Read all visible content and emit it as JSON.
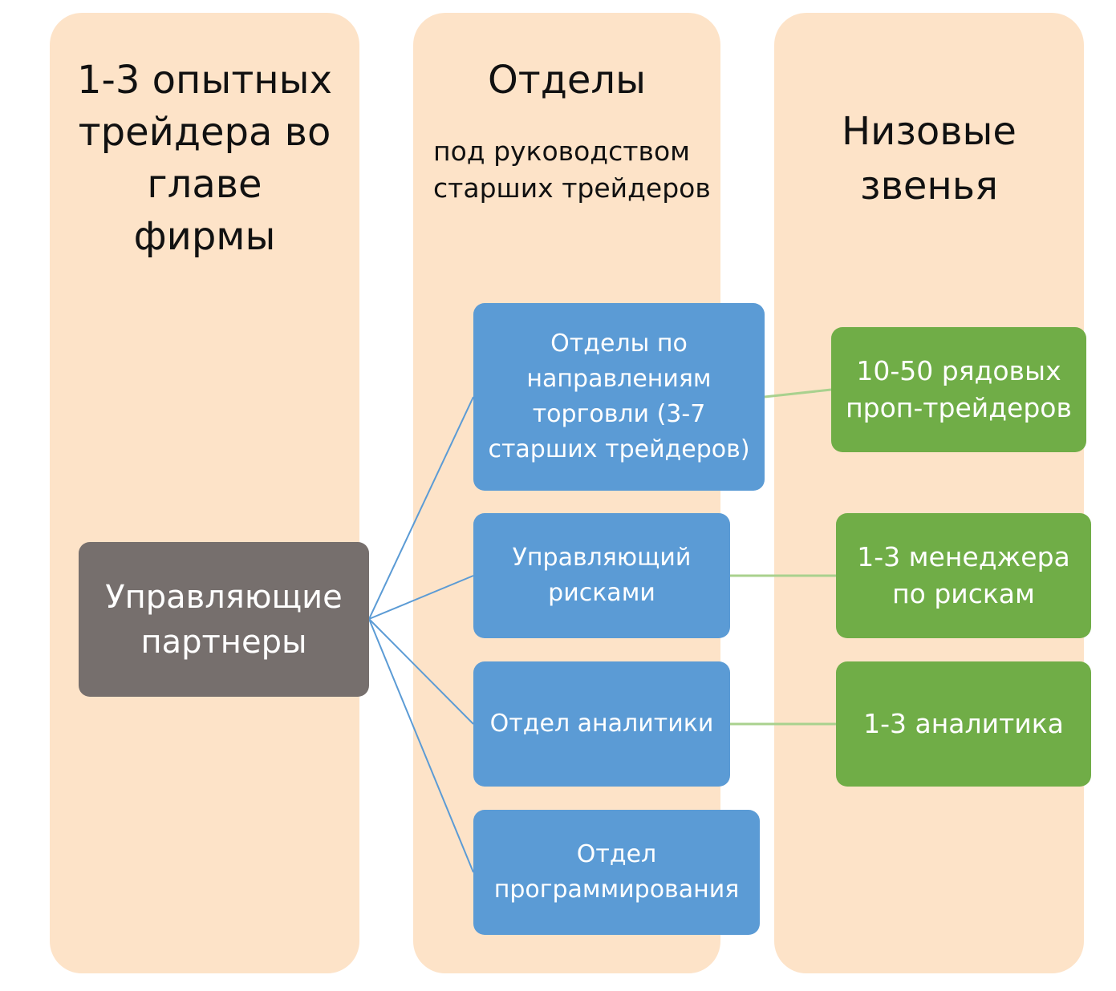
{
  "columns": {
    "leadership": {
      "title": "1-3 опытных\nтрейдера во\nглаве\nфирмы"
    },
    "departments": {
      "title": "Отделы",
      "subtitle": "под руководством\nстарших трейдеров"
    },
    "base": {
      "title": "Низовые\nзвенья"
    }
  },
  "nodes": {
    "partners": "Управляющие\nпартнеры",
    "trading_departments": "Отделы по\nнаправлениям\nторговли (3-7\nстарших трейдеров)",
    "risk_manager": "Управляющий\nрисками",
    "analytics_department": "Отдел аналитики",
    "programming_department": "Отдел\nпрограммирования",
    "prop_traders": "10-50 рядовых\nпроп-трейдеров",
    "risk_managers": "1-3 менеджера\nпо рискам",
    "analysts": "1-3 аналитика"
  },
  "colors": {
    "column_background": "#fde3c8",
    "partner_box": "#766f6d",
    "department_box": "#5b9bd5",
    "base_box": "#70ad47",
    "blue_connector": "#5b9bd5",
    "green_connector": "#a9d18e"
  }
}
